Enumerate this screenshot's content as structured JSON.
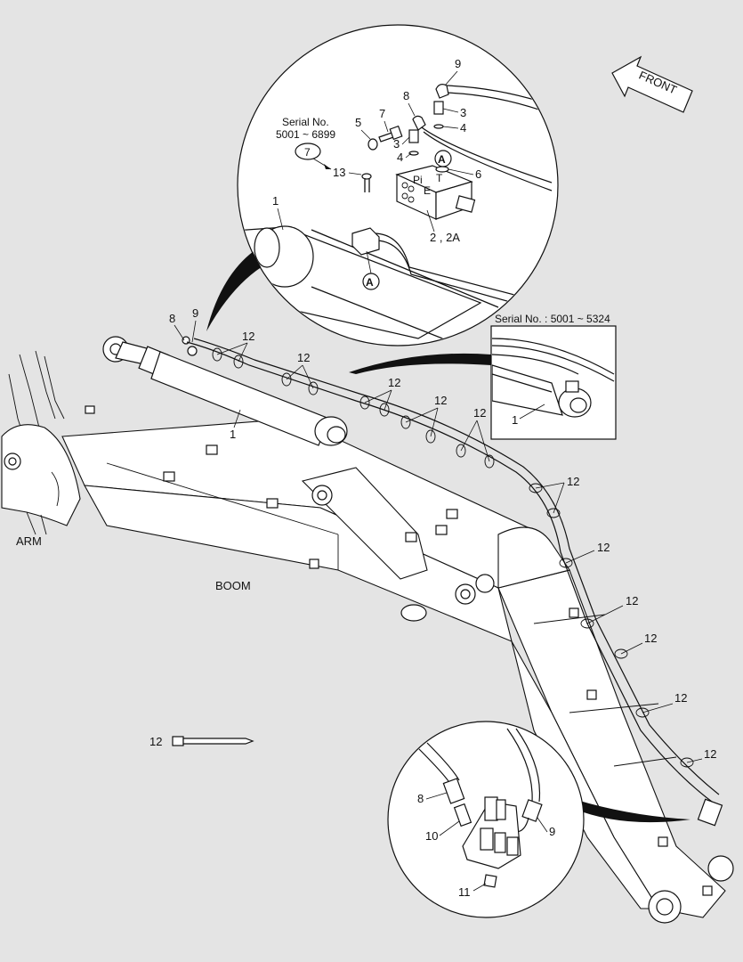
{
  "labels": {
    "front": "FRONT",
    "arm": "ARM",
    "boom": "BOOM",
    "serial_a_line1": "Serial No.",
    "serial_a_line2": "5001 ~ 6899",
    "serial_b": "Serial No. : 5001 ~ 5324",
    "port_pi": "Pi",
    "port_t": "T",
    "port_e": "E",
    "section_a": "A"
  },
  "callouts": {
    "c1": "1",
    "c2": "2 , 2A",
    "c3": "3",
    "c4": "4",
    "c5": "5",
    "c6": "6",
    "c7": "7",
    "c8": "8",
    "c9": "9",
    "c10": "10",
    "c11": "11",
    "c12": "12",
    "c13": "13"
  },
  "colors": {
    "background": "#e4e4e4",
    "line": "#111111",
    "fill": "#ffffff"
  }
}
